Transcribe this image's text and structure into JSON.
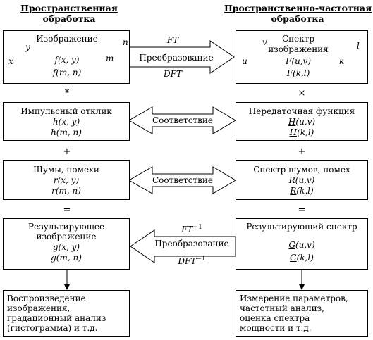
{
  "headers": {
    "left": [
      "Пространственная",
      "обработка"
    ],
    "right": [
      "Пространственно-частотная",
      "обработка"
    ]
  },
  "row1": {
    "left": {
      "title": "Изображение",
      "line1": "f(x, y)",
      "line2": "f(m, n)",
      "axis_x": "x",
      "axis_y": "y",
      "axis_m": "m",
      "axis_n": "n"
    },
    "right": {
      "title1": "Спектр",
      "title2": "изображения",
      "line1_sym": "F",
      "line1_args": "(u,v)",
      "line2_sym": "F",
      "line2_args": "(k,l)",
      "axis_u": "u",
      "axis_v": "v",
      "axis_k": "k",
      "axis_l": "l"
    },
    "arrow": {
      "top": "FT",
      "middle": "Преобразование",
      "bottom": "DFT"
    }
  },
  "op1": {
    "left": "*",
    "right": "×"
  },
  "row2": {
    "left": {
      "title": "Импульсный отклик",
      "line1": "h(x, y)",
      "line2": "h(m, n)"
    },
    "right": {
      "title": "Передаточная функция",
      "line1_sym": "H",
      "line1_args": "(u,v)",
      "line2_sym": "H",
      "line2_args": "(k,l)"
    },
    "arrow": {
      "middle": "Соответствие"
    }
  },
  "op2": {
    "left": "+",
    "right": "+"
  },
  "row3": {
    "left": {
      "title": "Шумы, помехи",
      "line1": "r(x, y)",
      "line2": "r(m, n)"
    },
    "right": {
      "title": "Спектр шумов, помех",
      "line1_sym": "R",
      "line1_args": "(u,v)",
      "line2_sym": "R",
      "line2_args": "(k,l)"
    },
    "arrow": {
      "middle": "Соответствие"
    }
  },
  "op3": {
    "left": "=",
    "right": "="
  },
  "row4": {
    "left": {
      "title1": "Результирующее",
      "title2": "изображение",
      "line1": "g(x, y)",
      "line2": "g(m, n)"
    },
    "right": {
      "title": "Результирующий спектр",
      "line1_sym": "G",
      "line1_args": "(u,v)",
      "line2_sym": "G",
      "line2_args": "(k,l)"
    },
    "arrow": {
      "top": "FT",
      "top_sup": "−1",
      "middle": "Преобразование",
      "bottom": "DFT",
      "bottom_sup": "−1"
    }
  },
  "row5": {
    "left": [
      "Воспроизведение",
      "изображения,",
      "градационный анализ",
      "(гистограмма) и т.д."
    ],
    "right": [
      "Измерение параметров,",
      "частотный анализ,",
      "оценка спектра",
      "мощности и т.д."
    ]
  }
}
